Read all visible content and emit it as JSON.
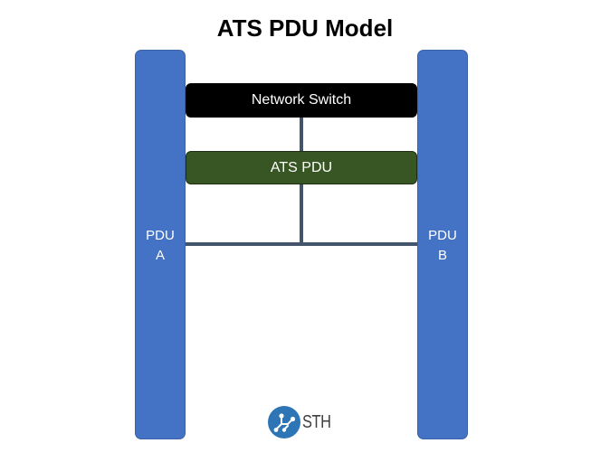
{
  "title": "ATS PDU Model",
  "pdu_a": {
    "line1": "PDU",
    "line2": "A"
  },
  "pdu_b": {
    "line1": "PDU",
    "line2": "B"
  },
  "network_switch": {
    "label": "Network Switch"
  },
  "ats_pdu": {
    "label": "ATS PDU"
  },
  "logo": {
    "text": "STH",
    "icon": "sth-circuit-logo-icon"
  },
  "colors": {
    "pdu_fill": "#4472c4",
    "switch_fill": "#000000",
    "ats_fill": "#375623",
    "wire": "#44546a",
    "logo_blue": "#2e75b6",
    "logo_text": "#404040"
  }
}
